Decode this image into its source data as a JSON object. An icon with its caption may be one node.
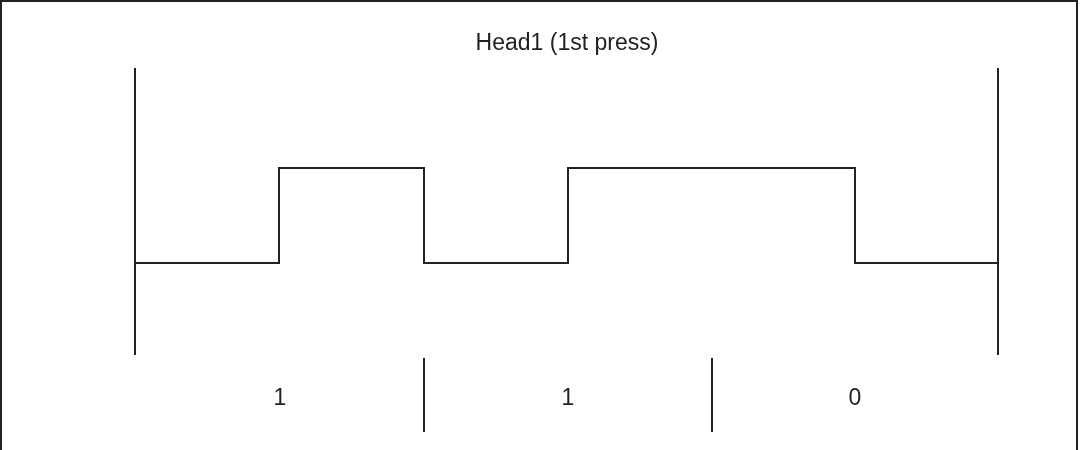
{
  "diagram": {
    "title": "Head1 (1st press)",
    "labels": [
      "1",
      "1",
      "0"
    ]
  }
}
